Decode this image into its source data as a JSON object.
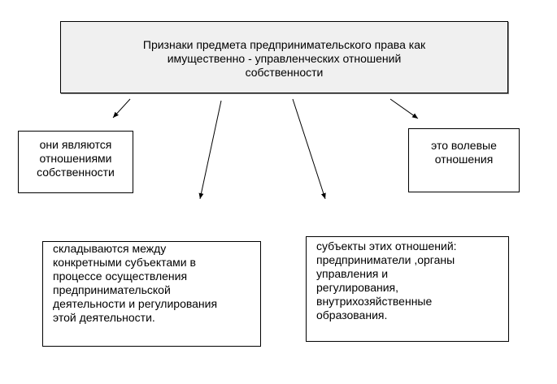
{
  "title": {
    "lines": [
      "Признаки предмета предпринимательского права как",
      "имущественно - управленческих отношений",
      "собственности"
    ]
  },
  "boxes": [
    {
      "lines": [
        "они являются",
        "отношениями",
        "собственности"
      ]
    },
    {
      "lines": [
        "это волевые",
        "отношения"
      ]
    },
    {
      "lines": [
        "складываются между",
        "конкретными субъектами в",
        "процессе осуществления",
        "предпринимательской",
        "деятельности и регулирования",
        "этой деятельности."
      ]
    },
    {
      "lines": [
        "субъекты этих отношений:",
        "предприниматели ,органы",
        "управления и",
        "регулирования,",
        "внутрихозяйственные",
        "образования."
      ]
    }
  ]
}
